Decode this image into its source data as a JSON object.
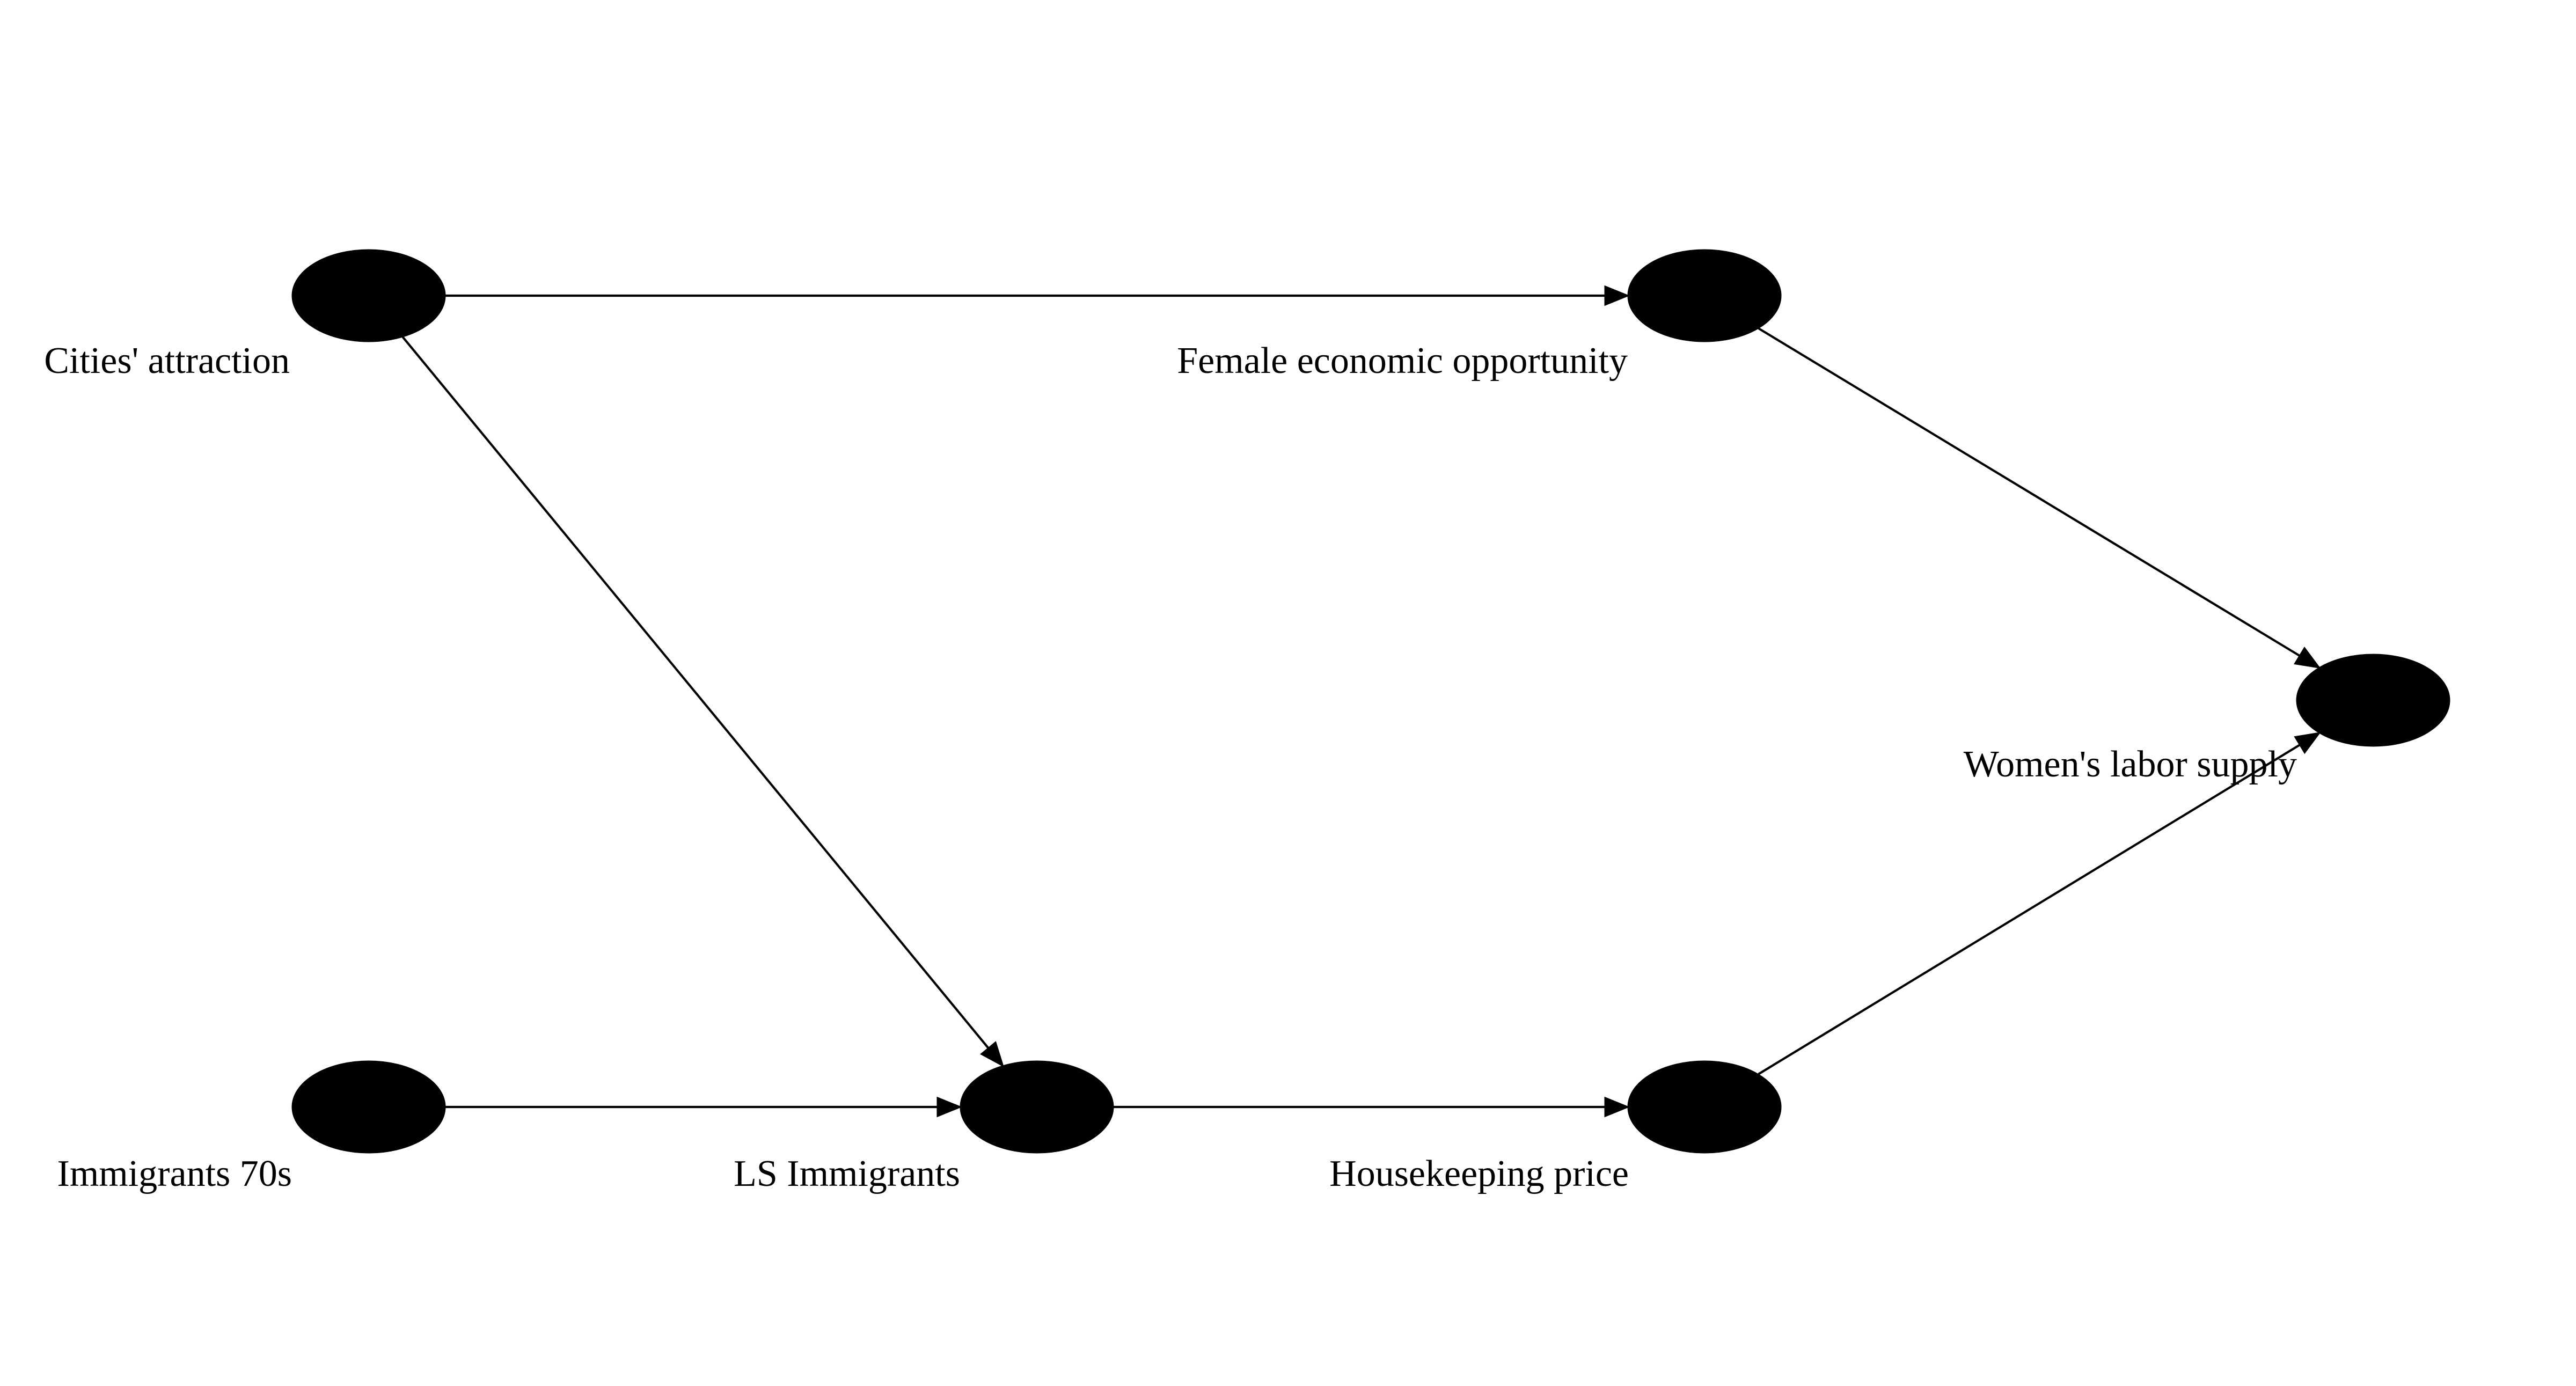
{
  "diagram": {
    "type": "directed-acyclic-graph",
    "node_color": "#000000",
    "edge_color": "#000000",
    "background": "#ffffff",
    "nodes": [
      {
        "id": "cities",
        "label": "Cities' attraction"
      },
      {
        "id": "female",
        "label": "Female economic opportunity"
      },
      {
        "id": "women",
        "label": "Women's labor supply"
      },
      {
        "id": "imm70",
        "label": "Immigrants 70s"
      },
      {
        "id": "ls",
        "label": "LS Immigrants"
      },
      {
        "id": "house",
        "label": "Housekeeping price"
      }
    ],
    "edges": [
      {
        "from": "cities",
        "to": "female"
      },
      {
        "from": "cities",
        "to": "ls"
      },
      {
        "from": "female",
        "to": "women"
      },
      {
        "from": "imm70",
        "to": "ls"
      },
      {
        "from": "ls",
        "to": "house"
      },
      {
        "from": "house",
        "to": "women"
      }
    ]
  }
}
